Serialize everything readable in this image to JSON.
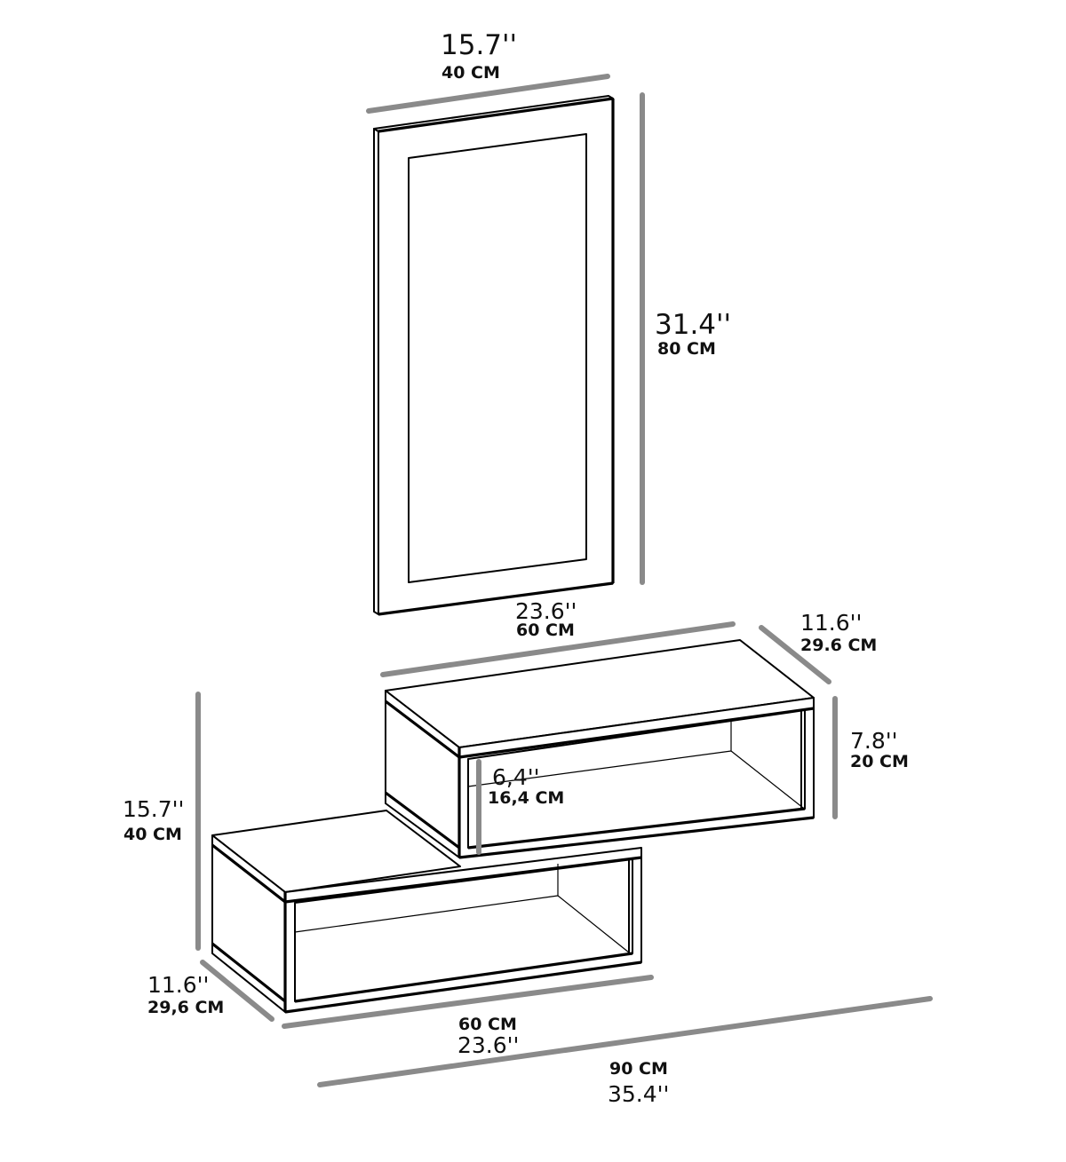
{
  "diagram": {
    "subject": "Wall-mounted hallway unit with mirror and two offset open shelves",
    "colors": {
      "dimension_line": "#8a8a8a",
      "outline": "#000000",
      "background": "#ffffff"
    },
    "mirror": {
      "width": {
        "inches": "15.7''",
        "cm": "40 CM"
      },
      "height": {
        "inches": "31.4''",
        "cm": "80 CM"
      }
    },
    "upper_shelf": {
      "width": {
        "inches": "23.6''",
        "cm": "60 CM"
      },
      "depth": {
        "inches": "11.6''",
        "cm": "29.6 CM"
      },
      "height": {
        "inches": "7.8''",
        "cm": "20 CM"
      },
      "inner_height": {
        "inches": "6,4''",
        "cm": "16,4 CM"
      }
    },
    "lower_shelf": {
      "total_height": {
        "inches": "15.7''",
        "cm": "40 CM"
      },
      "depth": {
        "inches": "11.6''",
        "cm": "29,6 CM"
      },
      "width": {
        "cm": "60 CM",
        "inches": "23.6''"
      }
    },
    "overall": {
      "width": {
        "cm": "90 CM",
        "inches": "35.4''"
      }
    }
  }
}
